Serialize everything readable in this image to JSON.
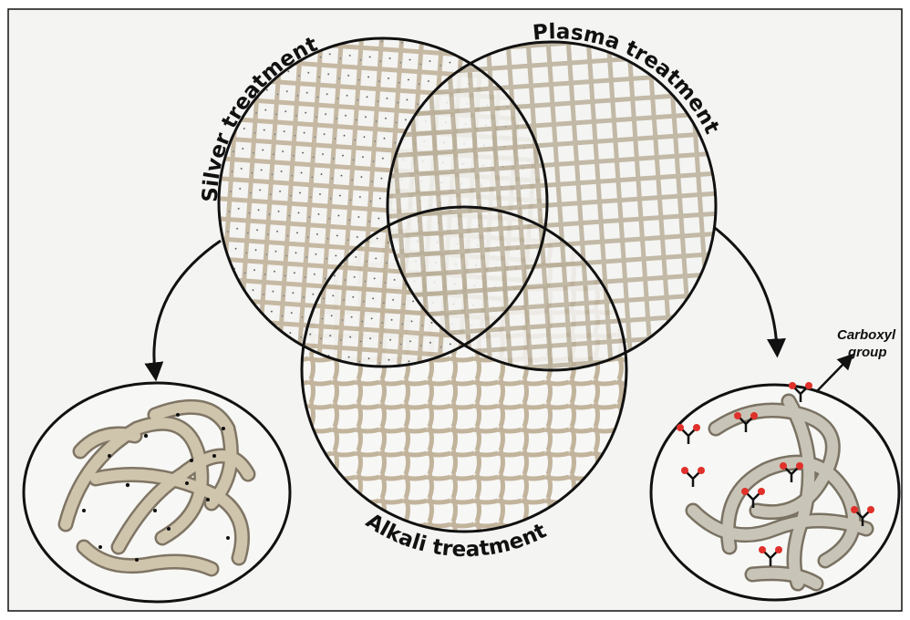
{
  "labels": {
    "silver": "Silver treatment",
    "plasma": "Plasma treatment",
    "alkali": "Alkali treatment",
    "carboxyl_line1": "Carboxyl",
    "carboxyl_line2": "group"
  },
  "colors": {
    "fiber": "#c2b49c",
    "fiber_dark": "#8e826e",
    "border": "#111111",
    "background": "#f4f4f2",
    "oxygen": "#e0302a"
  }
}
